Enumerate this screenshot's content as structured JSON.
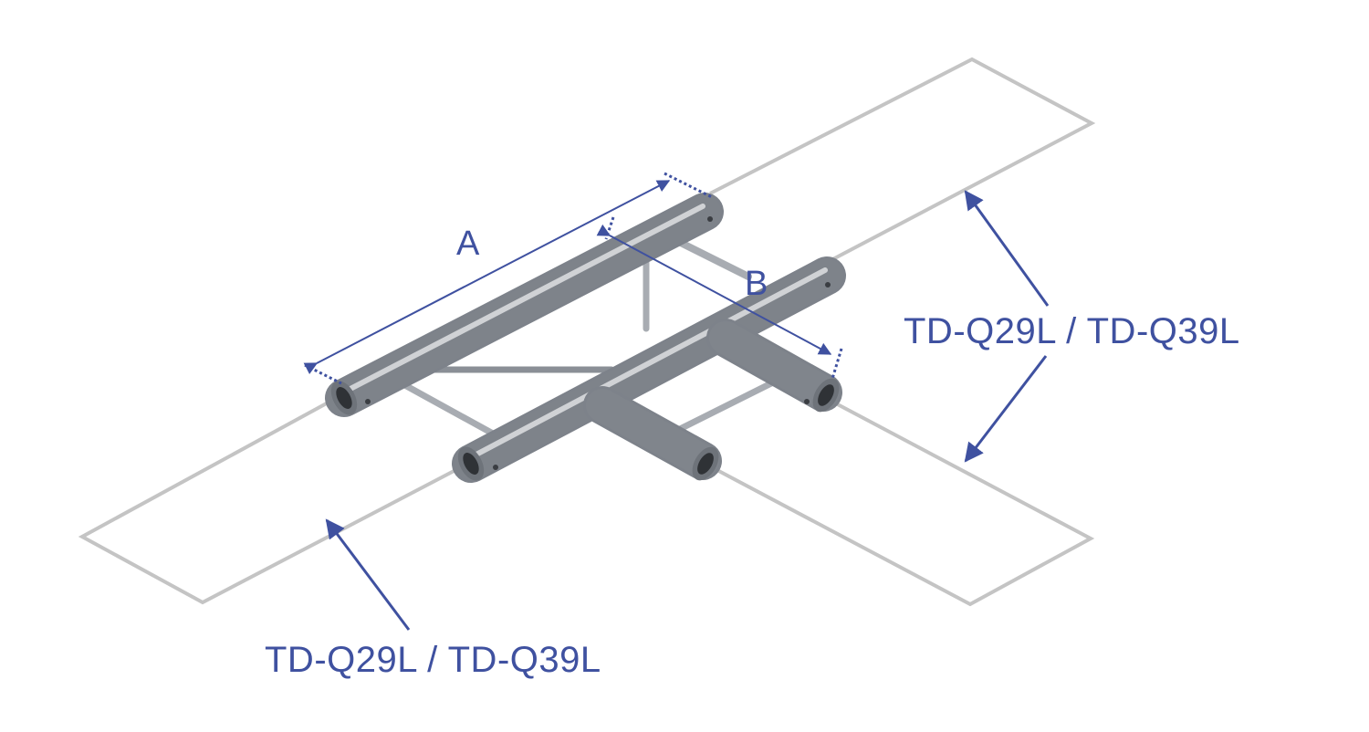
{
  "labels": {
    "dimension_a": "A",
    "dimension_b": "B",
    "truss_right": "TD-Q29L / TD-Q39L",
    "truss_bottom": "TD-Q29L / TD-Q39L"
  },
  "colors": {
    "annotation": "#3f51a0",
    "outline": "#c4c4c4",
    "tube_light": "#eef0f2",
    "tube_mid": "#c3c7cc",
    "tube_dark": "#868b92"
  },
  "icons": {
    "arrow": "arrowhead",
    "tube_end": "tube-opening"
  }
}
